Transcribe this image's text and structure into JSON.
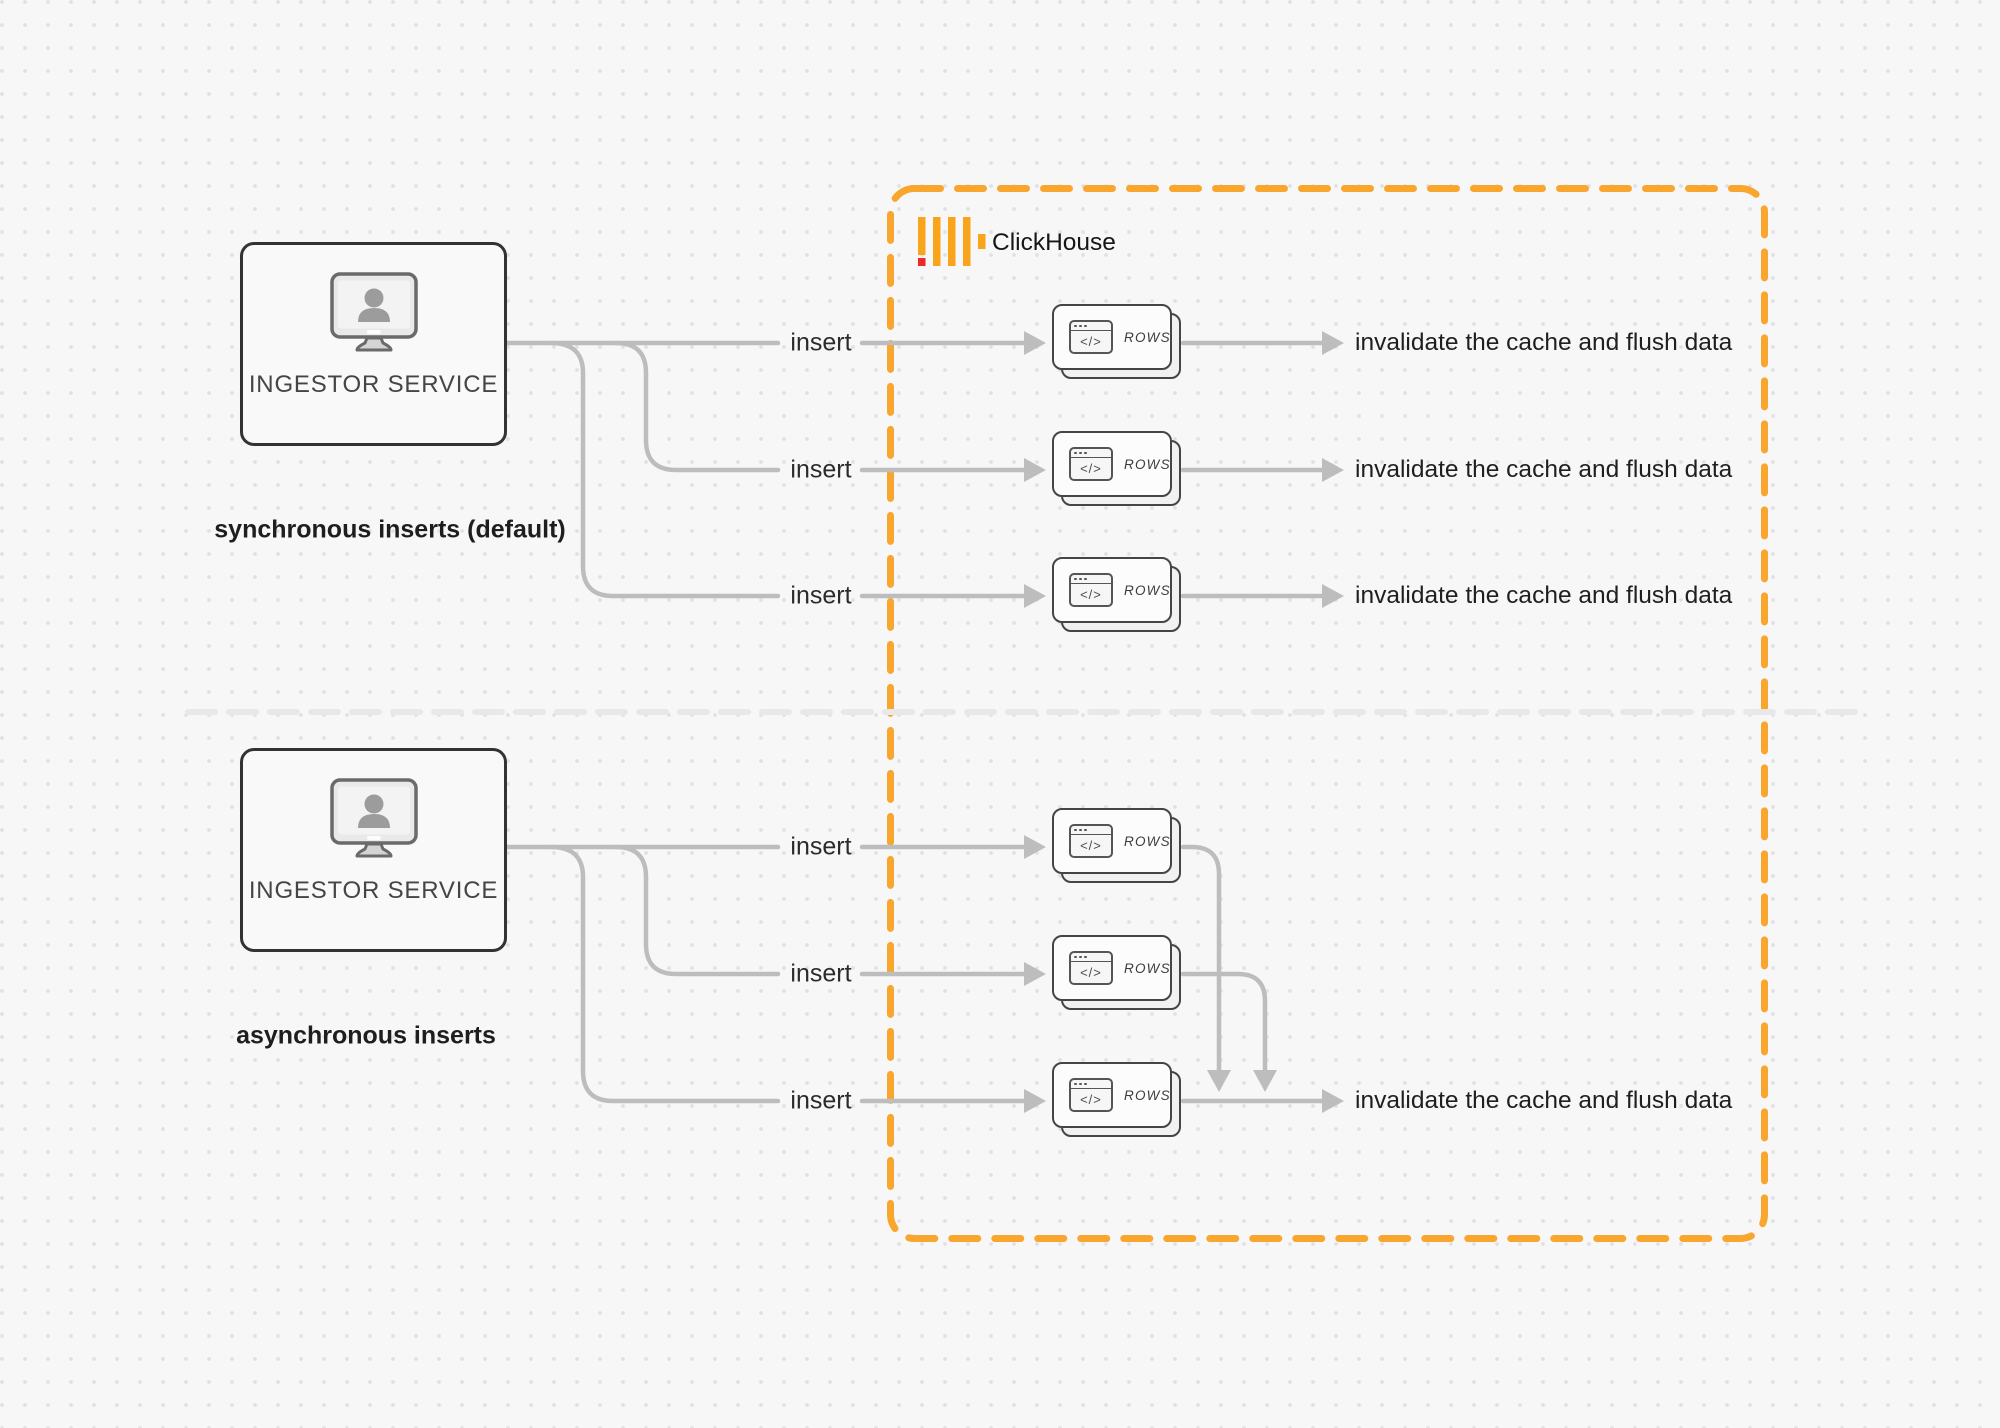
{
  "clickhouse": {
    "name": "ClickHouse"
  },
  "colors": {
    "boundary_orange": "#F9A62F",
    "logo_yellow": "#F9A51B",
    "logo_red": "#EE2A24",
    "wire_gray": "#BDBDBD",
    "box_border_dark": "#333333"
  },
  "sync": {
    "service_label": "INGESTOR SERVICE",
    "caption": "synchronous inserts (default)",
    "rows": [
      {
        "insert": "insert",
        "card": "ROWS",
        "code": "</>",
        "result": "invalidate the cache and flush data"
      },
      {
        "insert": "insert",
        "card": "ROWS",
        "code": "</>",
        "result": "invalidate the cache and flush data"
      },
      {
        "insert": "insert",
        "card": "ROWS",
        "code": "</>",
        "result": "invalidate the cache and flush data"
      }
    ]
  },
  "async": {
    "service_label": "INGESTOR SERVICE",
    "caption": "asynchronous inserts",
    "rows": [
      {
        "insert": "insert",
        "card": "ROWS",
        "code": "</>"
      },
      {
        "insert": "insert",
        "card": "ROWS",
        "code": "</>"
      },
      {
        "insert": "insert",
        "card": "ROWS",
        "code": "</>"
      }
    ],
    "result": "invalidate the cache and flush data"
  }
}
